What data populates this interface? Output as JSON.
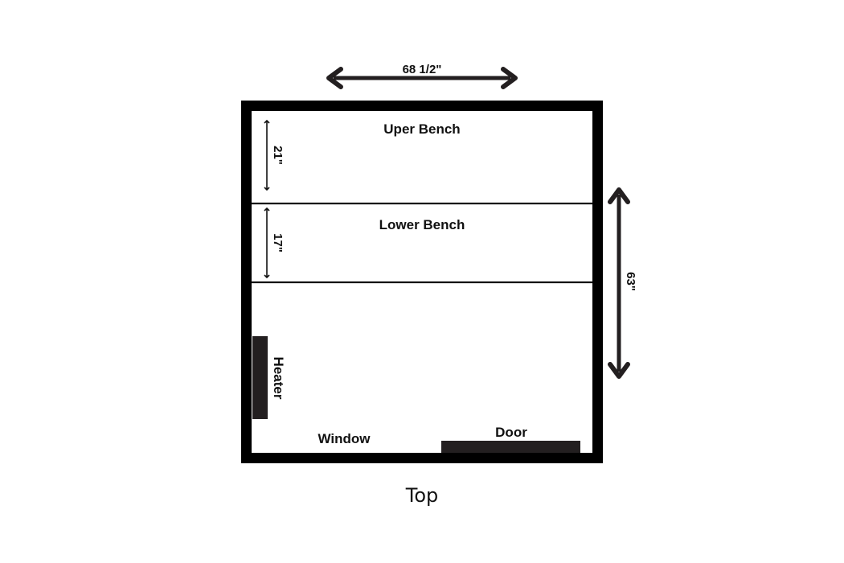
{
  "diagram": {
    "width_dimension": "68 1/2\"",
    "depth_dimension": "63\"",
    "upper_bench": {
      "label": "Uper Bench",
      "depth": "21\""
    },
    "lower_bench": {
      "label": "Lower Bench",
      "depth": "17\""
    },
    "heater_label": "Heater",
    "window_label": "Window",
    "door_label": "Door",
    "caption": "Top",
    "colors": {
      "wall": "#000000",
      "fixture": "#231f20",
      "background": "#ffffff"
    }
  }
}
